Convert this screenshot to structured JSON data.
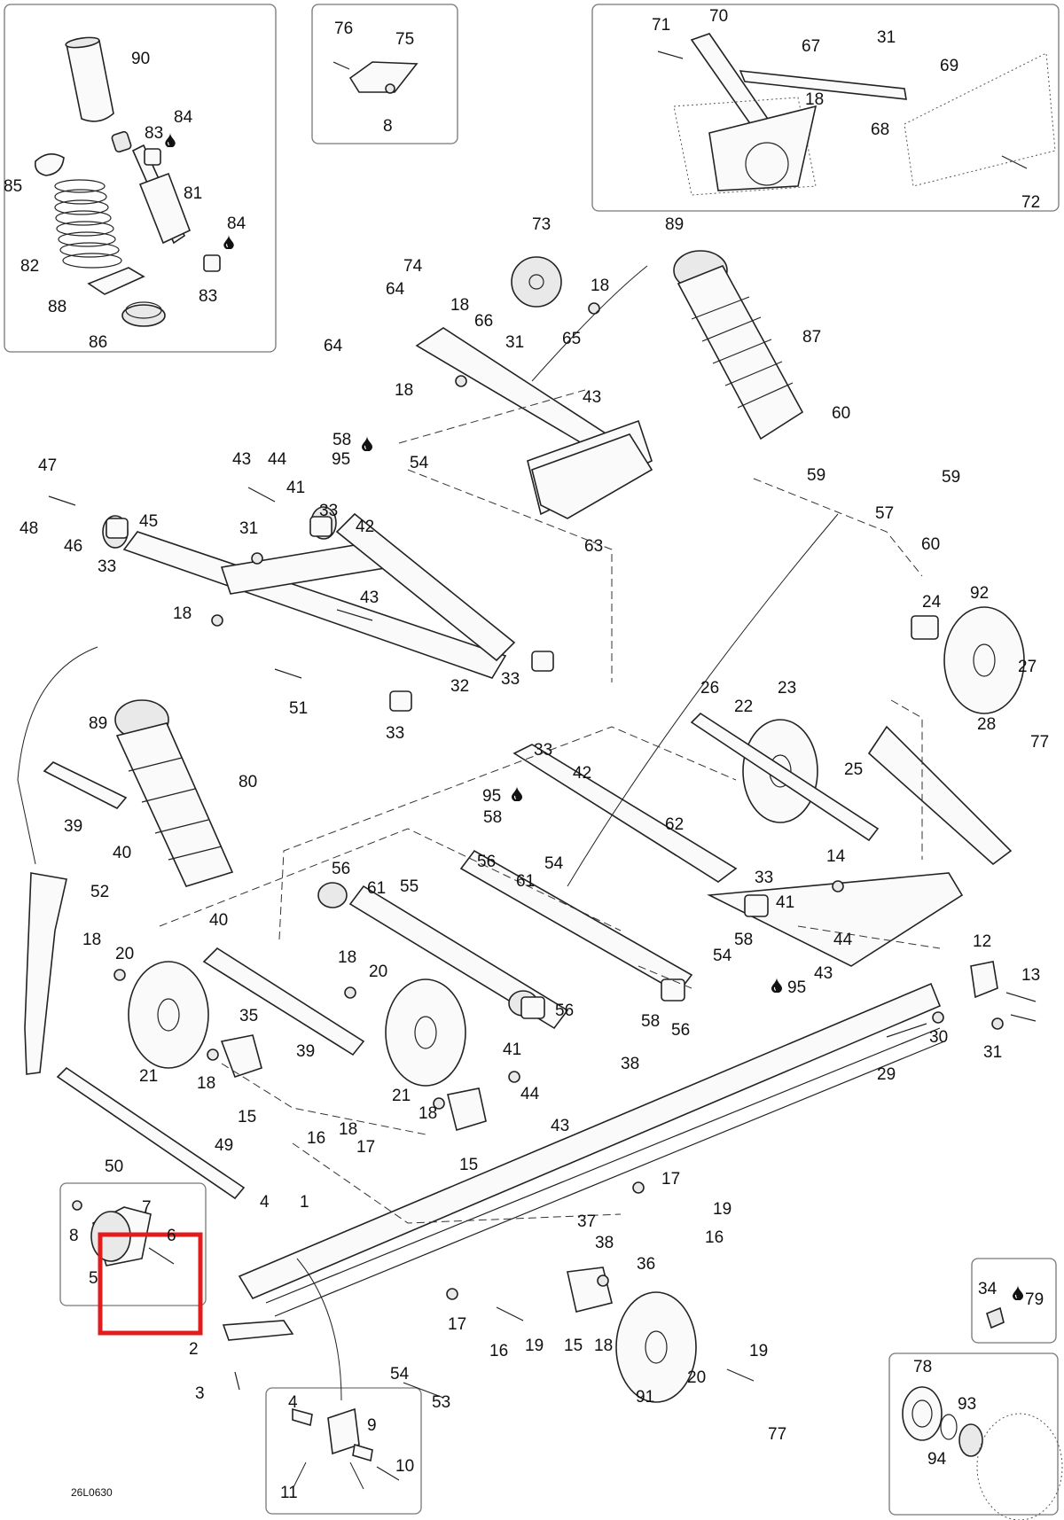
{
  "diagram_code": "26L0630",
  "highlight_color": "#e21b1b",
  "grease_icon": "oil-drop-icon",
  "callouts": {
    "n1": "1",
    "n2": "2",
    "n3": "3",
    "n4a": "4",
    "n4b": "4",
    "n5": "5",
    "n6": "6",
    "n7": "7",
    "n8a": "8",
    "n8b": "8",
    "n9": "9",
    "n10": "10",
    "n11": "11",
    "n12": "12",
    "n13": "13",
    "n14": "14",
    "n15a": "15",
    "n15b": "15",
    "n15c": "15",
    "n16a": "16",
    "n16b": "16",
    "n16c": "16",
    "n17a": "17",
    "n17b": "17",
    "n17c": "17",
    "n18a": "18",
    "n18b": "18",
    "n18c": "18",
    "n18d": "18",
    "n18e": "18",
    "n18f": "18",
    "n18g": "18",
    "n18h": "18",
    "n18i": "18",
    "n18j": "18",
    "n19a": "19",
    "n19b": "19",
    "n19c": "19",
    "n20a": "20",
    "n20b": "20",
    "n20c": "20",
    "n21a": "21",
    "n21b": "21",
    "n22": "22",
    "n23": "23",
    "n24": "24",
    "n25": "25",
    "n26": "26",
    "n27": "27",
    "n28": "28",
    "n29": "29",
    "n30": "30",
    "n31a": "31",
    "n31b": "31",
    "n31c": "31",
    "n31d": "31",
    "n32": "32",
    "n33a": "33",
    "n33b": "33",
    "n33c": "33",
    "n33d": "33",
    "n33e": "33",
    "n33f": "33",
    "n34": "34",
    "n35": "35",
    "n36": "36",
    "n37": "37",
    "n38a": "38",
    "n38b": "38",
    "n39a": "39",
    "n39b": "39",
    "n40a": "40",
    "n40b": "40",
    "n41a": "41",
    "n41b": "41",
    "n41c": "41",
    "n42a": "42",
    "n42b": "42",
    "n43a": "43",
    "n43b": "43",
    "n43c": "43",
    "n43d": "43",
    "n43e": "43",
    "n44a": "44",
    "n44b": "44",
    "n44c": "44",
    "n45": "45",
    "n46": "46",
    "n47": "47",
    "n48": "48",
    "n49": "49",
    "n50": "50",
    "n51": "51",
    "n52": "52",
    "n53": "53",
    "n54a": "54",
    "n54b": "54",
    "n54c": "54",
    "n54d": "54",
    "n55": "55",
    "n56a": "56",
    "n56b": "56",
    "n56c": "56",
    "n56d": "56",
    "n57": "57",
    "n58a": "58",
    "n58b": "58",
    "n58c": "58",
    "n58d": "58",
    "n59a": "59",
    "n59b": "59",
    "n60a": "60",
    "n60b": "60",
    "n61a": "61",
    "n61b": "61",
    "n62": "62",
    "n63": "63",
    "n64a": "64",
    "n64b": "64",
    "n65": "65",
    "n66": "66",
    "n67": "67",
    "n68": "68",
    "n69": "69",
    "n70": "70",
    "n71": "71",
    "n72": "72",
    "n73": "73",
    "n74": "74",
    "n75": "75",
    "n76": "76",
    "n77a": "77",
    "n77b": "77",
    "n78": "78",
    "n79": "79",
    "n80": "80",
    "n81": "81",
    "n82": "82",
    "n83a": "83",
    "n83b": "83",
    "n84a": "84",
    "n84b": "84",
    "n85": "85",
    "n86": "86",
    "n87": "87",
    "n88": "88",
    "n89a": "89",
    "n89b": "89",
    "n90": "90",
    "n91": "91",
    "n92": "92",
    "n93": "93",
    "n94": "94",
    "n95a": "95",
    "n95b": "95",
    "n95c": "95"
  }
}
